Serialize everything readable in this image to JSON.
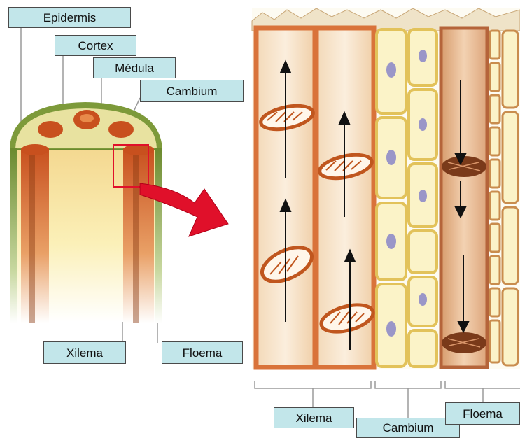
{
  "labels": {
    "epidermis": "Epidermis",
    "cortex": "Cortex",
    "medula": "Médula",
    "cambium_top": "Cambium",
    "xilema_left": "Xilema",
    "floema_left": "Floema",
    "xilema_bottom": "Xilema",
    "cambium_bottom": "Cambium",
    "floema_bottom": "Floema"
  },
  "colors": {
    "label_fill": "#c2e6ea",
    "arrow_red": "#e0102a",
    "xylem_orange": "#d9733a",
    "cambium_yellow": "#e9d46a",
    "phloem_brown": "#b5643a",
    "epidermis_green": "#7d9a3a"
  }
}
